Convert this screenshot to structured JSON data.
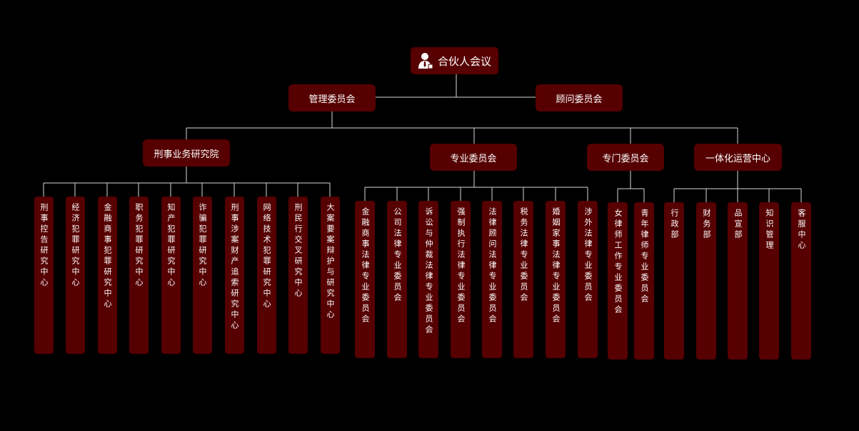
{
  "root": {
    "label": "合伙人会议",
    "icon": "user-tie-icon"
  },
  "level1": [
    {
      "id": "management",
      "label": "管理委员会"
    },
    {
      "id": "advisory",
      "label": "顾问委员会"
    }
  ],
  "level2": [
    {
      "id": "criminal",
      "label": "刑事业务研究院",
      "children": [
        "刑事控告研究中心",
        "经济犯罪研究中心",
        "金融商事犯罪研究中心",
        "职务犯罪研究中心",
        "知产犯罪研究中心",
        "诈骗犯罪研究中心",
        "刑事涉案财产追索研究中心",
        "网络技术犯罪研究中心",
        "刑民行交叉研究中心",
        "大案要案辩护与研究中心"
      ]
    },
    {
      "id": "professional",
      "label": "专业委员会",
      "children": [
        "金融商事法律专业委员会",
        "公司法律专业委员会",
        "诉讼与仲裁法律专业委员会",
        "强制执行法律专业委员会",
        "法律顾问法律专业委员会",
        "税务法律专业委员会",
        "婚姻家事法律专业委员会",
        "涉外法律专业委员会"
      ]
    },
    {
      "id": "special",
      "label": "专门委员会",
      "children": [
        "女律师工作专业委员会",
        "青年律师专业委员会"
      ]
    },
    {
      "id": "operations",
      "label": "一体化运营中心",
      "children": [
        "行政部",
        "财务部",
        "品宣部",
        "知识管理",
        "客服中心"
      ]
    }
  ],
  "colors": {
    "background": "#000000",
    "node": "#560001",
    "text": "#ffffff",
    "line": "#d9d9d9"
  }
}
